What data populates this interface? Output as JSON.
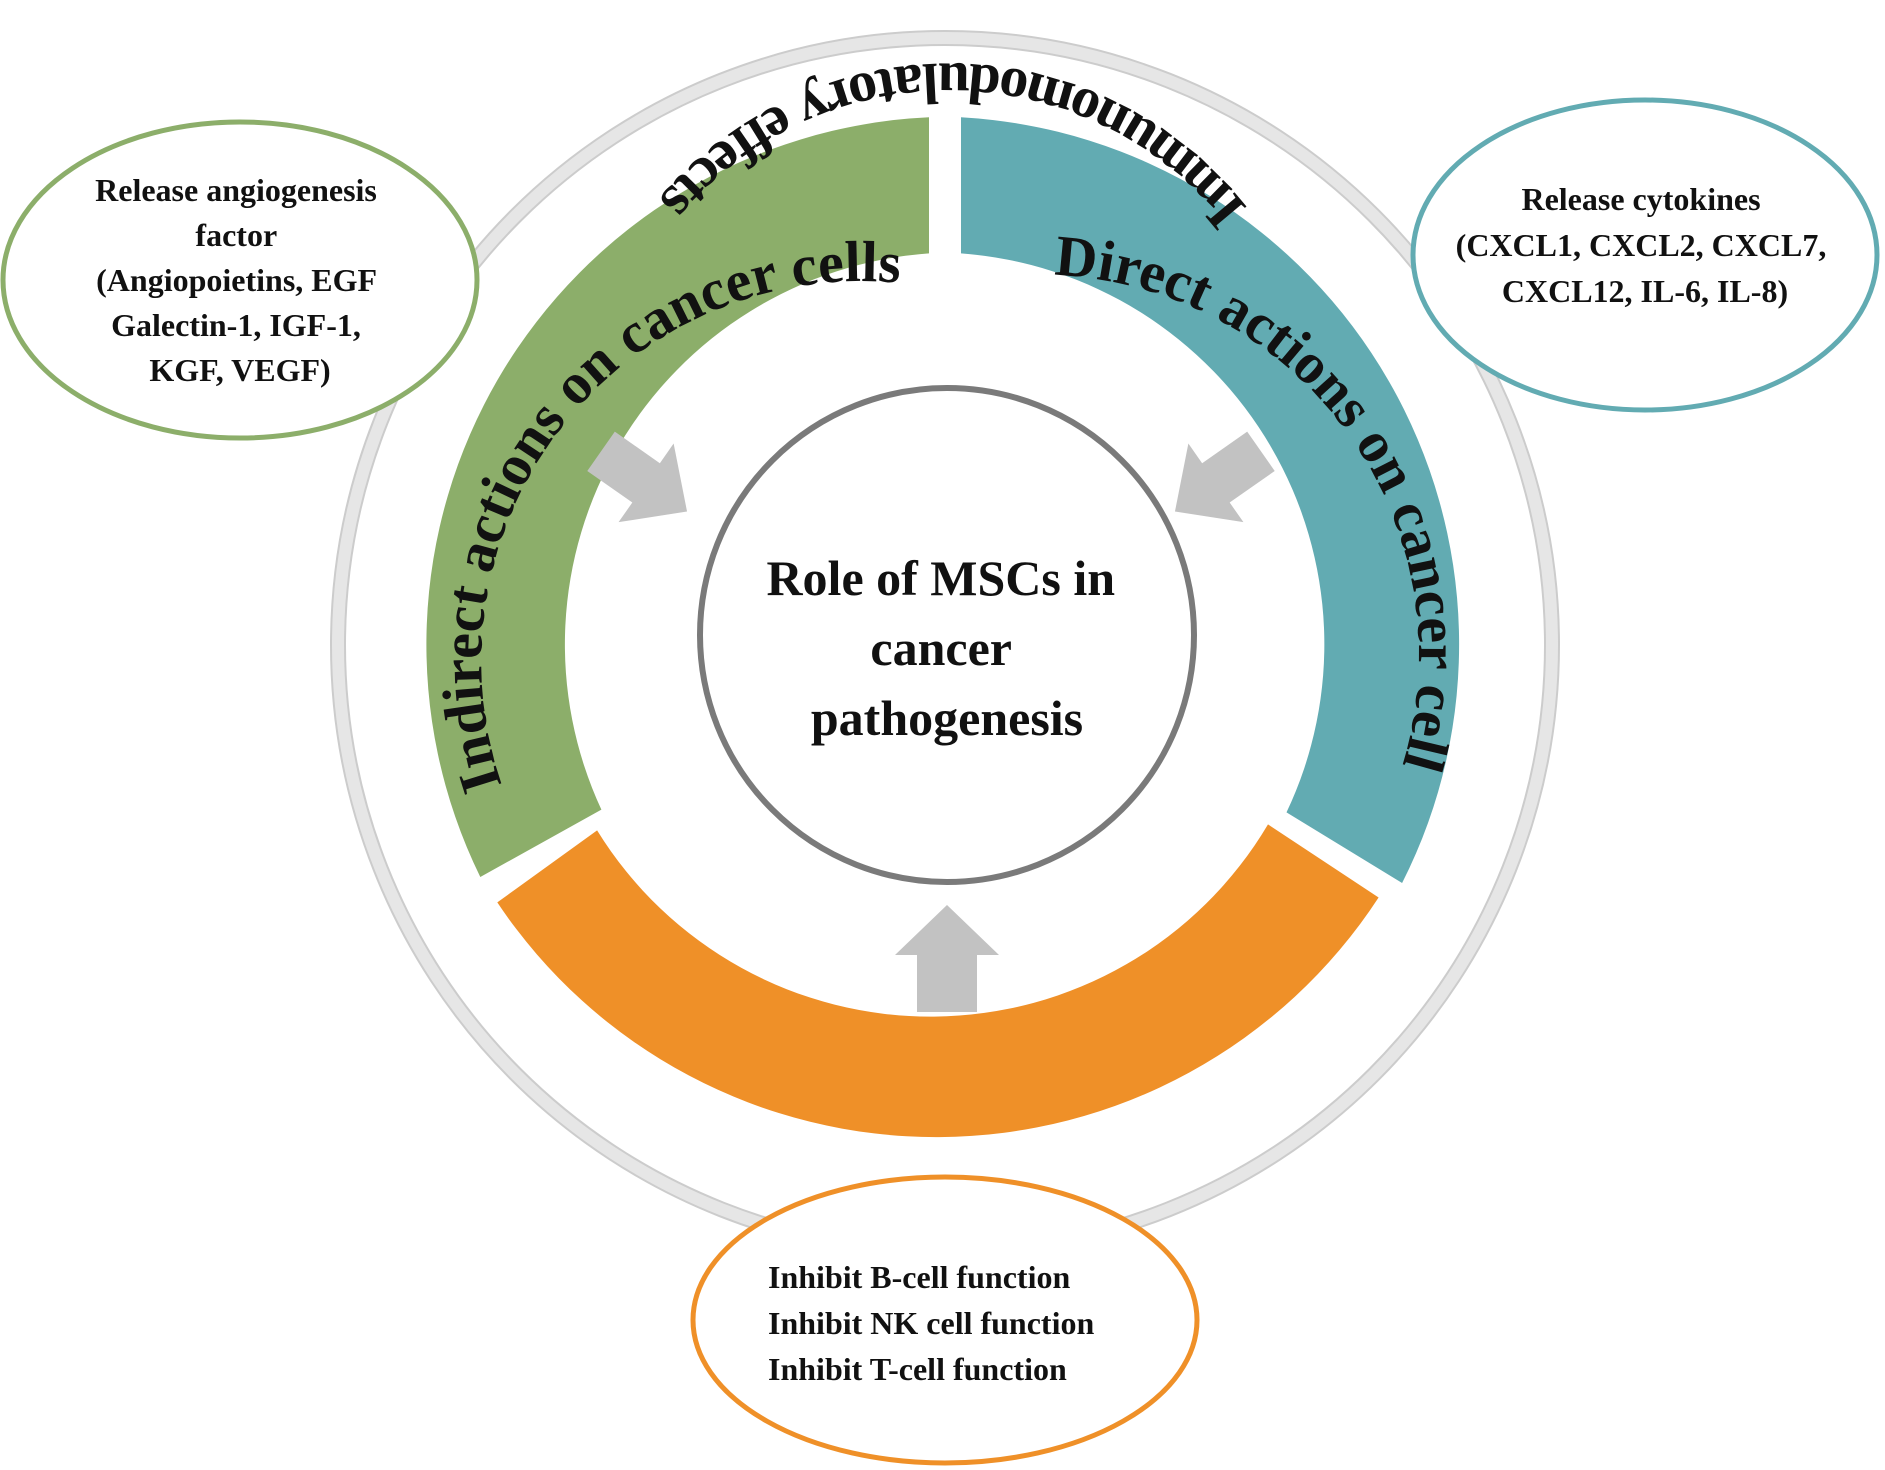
{
  "center": {
    "lines": [
      "Role of MSCs in",
      "cancer",
      "pathogenesis"
    ]
  },
  "segments": {
    "indirect": {
      "label": "Indirect actions on cancer cells",
      "color": "#8cae6a"
    },
    "direct": {
      "label": "Direct actions on cancer cells",
      "color": "#62abb2"
    },
    "immuno": {
      "label": "Immunomodulatory effects",
      "color": "#ef9028"
    }
  },
  "bubbles": {
    "angiogenesis": {
      "border_color": "#8cae6a",
      "lines": [
        "Release angiogenesis",
        "factor",
        "(Angiopoietins, EGF",
        "Galectin-1, IGF-1,",
        "KGF, VEGF)"
      ]
    },
    "cytokines": {
      "border_color": "#62abb2",
      "lines": [
        "Release cytokines",
        "(CXCL1, CXCL2, CXCL7,",
        "CXCL12, IL-6, IL-8)"
      ]
    },
    "immune": {
      "border_color": "#ef9028",
      "lines": [
        "Inhibit B-cell function",
        "Inhibit NK cell function",
        "Inhibit T-cell function"
      ]
    }
  },
  "colors": {
    "outer_ring": "#cccccc",
    "outer_ring_fill": "#e6e6e6",
    "arrows": "#c2c2c2",
    "center_border": "#7a7a7a"
  }
}
